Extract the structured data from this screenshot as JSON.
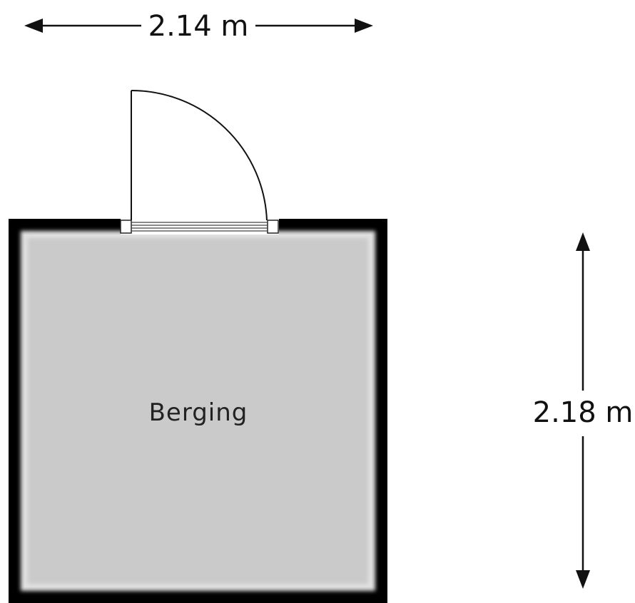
{
  "dimensions": {
    "width_label": "2.14 m",
    "height_label": "2.18 m"
  },
  "room": {
    "label": "Berging"
  },
  "colors": {
    "wall": "#000000",
    "floor": "#cacaca",
    "line": "#111111",
    "background": "#ffffff"
  }
}
